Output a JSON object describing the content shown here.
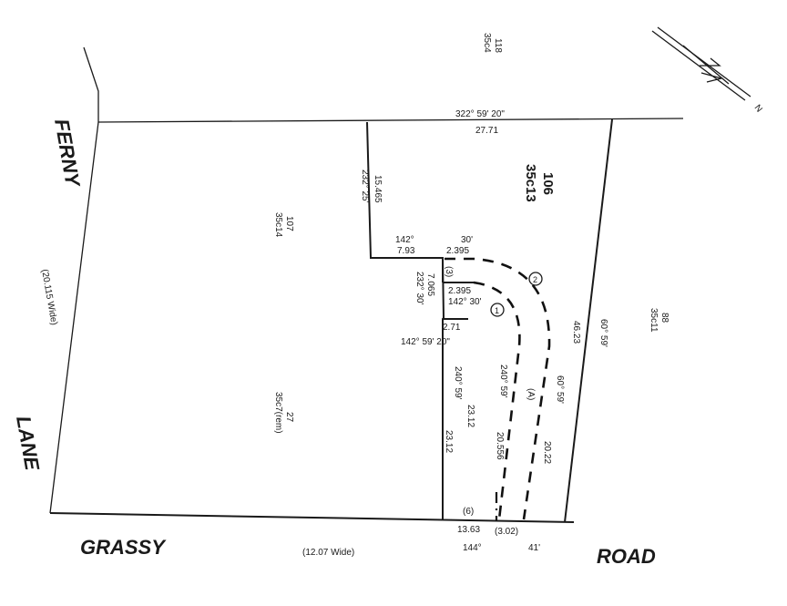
{
  "roads": {
    "ferny": "FERNY",
    "lane": "LANE",
    "ferny_width": "(20.115 Wide)",
    "grassy": "GRASSY",
    "road": "ROAD",
    "grassy_width": "(12.07 Wide)"
  },
  "north": {
    "label": "N"
  },
  "lots": {
    "lot_118": {
      "number": "118",
      "ref": "35c4"
    },
    "lot_106": {
      "number": "106",
      "ref": "35c13"
    },
    "lot_107": {
      "number": "107",
      "ref": "35c14"
    },
    "lot_88": {
      "number": "88",
      "ref": "35c11"
    },
    "lot_27": {
      "number": "27",
      "ref": "35c7(rem)"
    }
  },
  "dimensions": {
    "top_bearing": "322° 59' 20\"",
    "top_distance": "27.71",
    "left_dist": "15.465",
    "left_bearing": "232° 25'",
    "step_bearing": "142°",
    "step_minutes": "30'",
    "step_dist": "7.93",
    "arc_dist": "2.395",
    "lbl_3": "(3)",
    "dist_7065": "7.065",
    "bearing_232_30": "232° 30'",
    "dist_2395_b": "2.395",
    "bearing_142_30": "142° 30'",
    "dist_271": "2.71",
    "bearing_142_59_20": "142° 59' 20\"",
    "circle_1": "1",
    "circle_2": "2",
    "right_bearing": "60° 59'",
    "right_dist": "46.23",
    "inner_left_bearing": "240° 59'",
    "inner_left_dist": "23.12",
    "inner_left_dist_2": "23.12",
    "dashed_left_bearing": "240° 59'",
    "dashed_right_bearing": "60° 59'",
    "A_label": "(A)",
    "dashed_left_dist": "20.556",
    "dashed_right_dist": "20.22",
    "lbl_6": "(6)",
    "bottom_dist": "13.63",
    "bottom_bearing": "144°",
    "bottom_paren": "(3.02)",
    "bottom_minutes": "41'"
  }
}
